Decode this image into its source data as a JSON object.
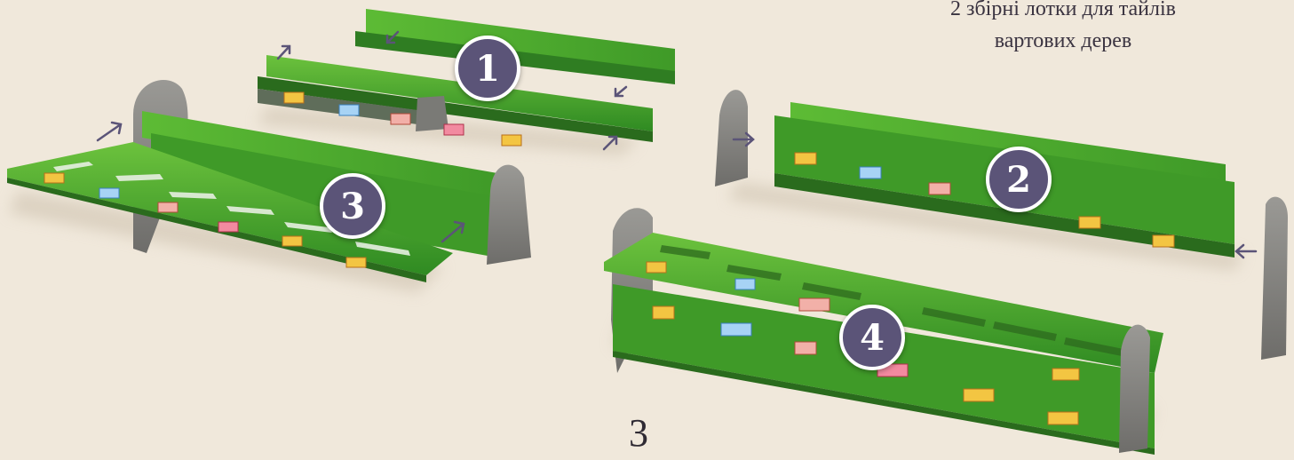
{
  "caption": {
    "line1": "2 збірні лотки для тайлів",
    "line2": "вартових дерев"
  },
  "steps": [
    "1",
    "2",
    "3",
    "4"
  ],
  "page_number": "3",
  "colors": {
    "background": "#f0e8db",
    "tray_green": "#4fae2f",
    "tray_dark_green": "#2f7d22",
    "stand_gray": "#8a8a86",
    "badge": "#5b5478",
    "arrow": "#5b5478"
  }
}
